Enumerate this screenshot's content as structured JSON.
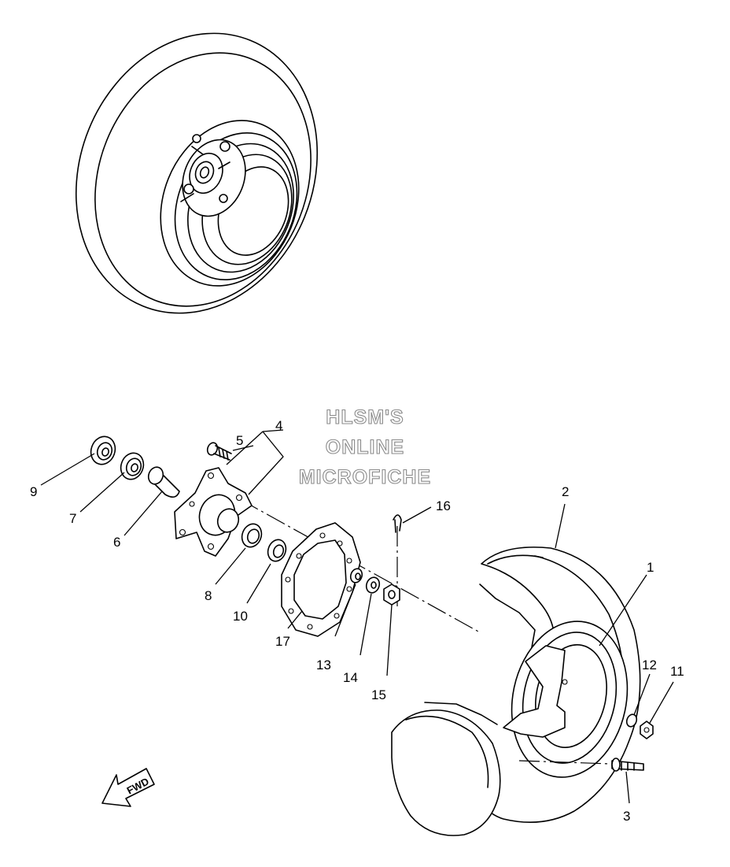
{
  "watermark": {
    "line1": "HLSM'S",
    "line2": "ONLINE",
    "line3": "MICROFICHE"
  },
  "direction_label": "FWD",
  "callouts": {
    "c1": "1",
    "c2": "2",
    "c3": "3",
    "c4": "4",
    "c5": "5",
    "c6": "6",
    "c7": "7",
    "c8": "8",
    "c9": "9",
    "c10": "10",
    "c11": "11",
    "c12": "12",
    "c13": "13",
    "c14": "14",
    "c15": "15",
    "c16": "16",
    "c17": "17"
  }
}
